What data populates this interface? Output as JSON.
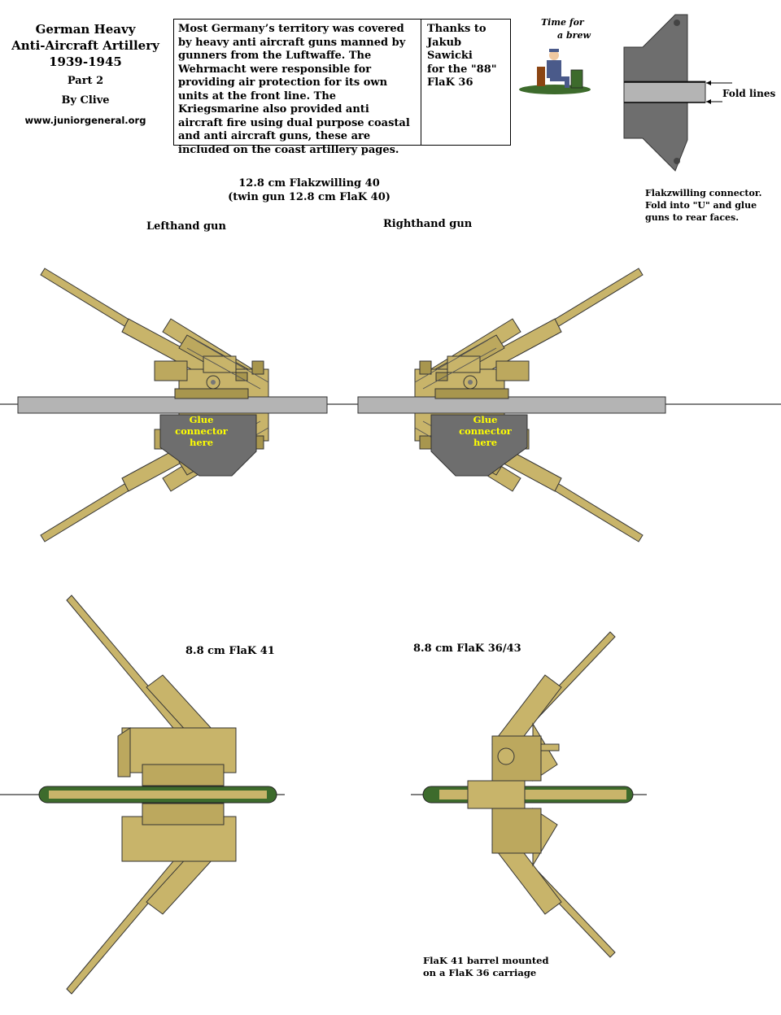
{
  "header": {
    "title_lines": [
      "German Heavy",
      "Anti-Aircraft Artillery",
      "1939-1945"
    ],
    "part": "Part 2",
    "author": "By Clive",
    "website": "www.juniorgeneral.org"
  },
  "info_box": {
    "text": "Most Germany’s territory was covered by heavy anti aircraft guns manned by gunners from the Luftwaffe. The Wehrmacht were responsible for providing air protection for its own units at the front line. The Kriegsmarine also provided anti aircraft fire using dual purpose coastal and anti aircraft guns, these are included on the coast artillery pages.",
    "thanks_lines": [
      "Thanks to",
      "Jakub",
      "Sawicki",
      "for the \"88\"",
      "FlaK 36"
    ]
  },
  "logo": {
    "line1": "Time for",
    "line2": "a brew"
  },
  "connector": {
    "fold_label_top": "Fold lines",
    "note_lines": [
      "Flakzwilling connector.",
      "Fold into \"U\" and glue",
      "guns to  rear faces."
    ]
  },
  "flakzwilling": {
    "title": "12.8 cm Flakzwilling 40",
    "subtitle": "(twin gun 12.8 cm FlaK 40)",
    "left_label": "Lefthand gun",
    "right_label": "Righthand gun",
    "glue_lines": [
      "Glue",
      "connector",
      "here"
    ]
  },
  "flak41": {
    "label": "8.8 cm FlaK 41"
  },
  "flak3643": {
    "label": "8.8 cm FlaK 36/43",
    "note_lines": [
      "FlaK 41 barrel mounted",
      "on a FlaK 36 carriage"
    ]
  },
  "colors": {
    "tan": "#c8b46a",
    "tan_dark": "#a8964e",
    "grey_dark": "#6e6e6e",
    "grey_light": "#b4b4b4",
    "green": "#3d6b2c",
    "glue_text": "#ffff00"
  }
}
